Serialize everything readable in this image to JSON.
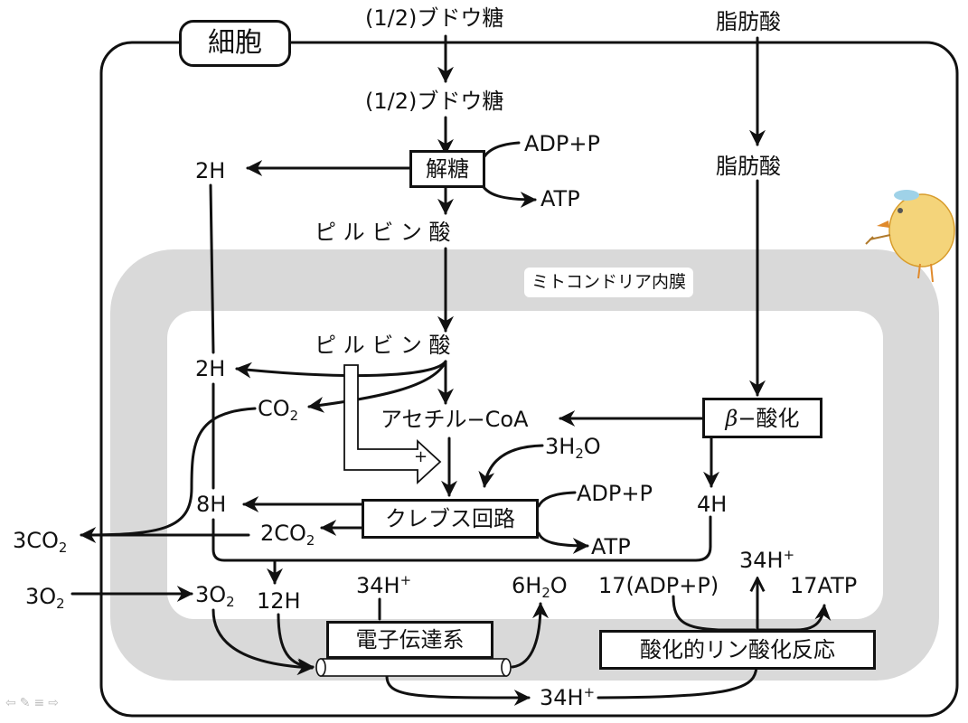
{
  "cell_label": "細胞",
  "membrane_label": "ミトコンドリア内膜",
  "glucose_outside": "(1/2)ブドウ糖",
  "glucose_inside": "(1/2)ブドウ糖",
  "fatty_acid_outside": "脂肪酸",
  "fatty_acid_inside": "脂肪酸",
  "glycolysis": {
    "box": "解糖",
    "adp_in": "ADP+P",
    "atp_out": "ATP",
    "h_out": "2H",
    "product": "ピ ル ビ ン 酸"
  },
  "pyruvate_mito": "ピ ル ビ ン 酸",
  "pyruvate_products": {
    "h": "2H",
    "co2_base": "CO",
    "co2_sub": "2"
  },
  "acetyl_coa": "アセチル−CoA",
  "beta_oxidation": {
    "prefix": "β",
    "box": "−酸化",
    "h_out": "4H"
  },
  "krebs": {
    "box": "クレブス回路",
    "water_coef": "3H",
    "water_sub": "2",
    "water_end": "O",
    "adp_in": "ADP+P",
    "atp_out": "ATP",
    "h_out": "8H",
    "co2_coef": "2CO",
    "co2_sub": "2"
  },
  "plus_sign": "+",
  "co2_release": {
    "base": "3CO",
    "sub": "2"
  },
  "oxygen_outside": {
    "base": "3O",
    "sub": "2"
  },
  "oxygen_inside": {
    "base": "3O",
    "sub": "2"
  },
  "h12": "12H",
  "etc": {
    "box": "電子伝達系",
    "proton_label": "34H",
    "proton_sup": "+",
    "water_coef": "6H",
    "water_sub": "2",
    "water_end": "O"
  },
  "phosphorylation": {
    "box": "酸化的リン酸化反応",
    "adp_in": "17(ADP+P)",
    "atp_out": "17ATP",
    "proton_label": "34H",
    "proton_sup": "+"
  },
  "proton_bottom": {
    "base": "34H",
    "sup": "+"
  },
  "colors": {
    "membrane_band": "#d9d9d9",
    "line": "#111111",
    "background": "#ffffff"
  }
}
